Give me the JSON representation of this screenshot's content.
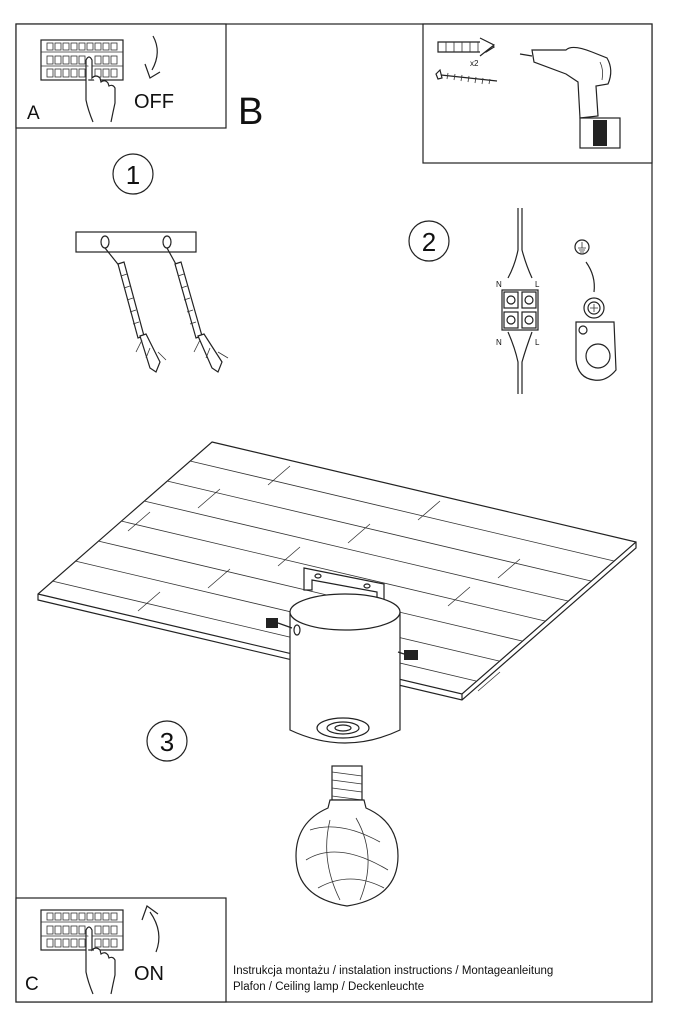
{
  "panels": {
    "a": {
      "letter": "A",
      "action": "OFF"
    },
    "c": {
      "letter": "C",
      "action": "ON"
    }
  },
  "section_letter": "B",
  "tools": {
    "quantity": "x2"
  },
  "steps": [
    "1",
    "2",
    "3"
  ],
  "terminal_labels": {
    "neutral": "N",
    "live": "L"
  },
  "footer": {
    "line1": "Instrukcja montażu / instalation instructions / Montageanleitung",
    "line2": "Plafon / Ceiling lamp / Deckenleuchte"
  }
}
